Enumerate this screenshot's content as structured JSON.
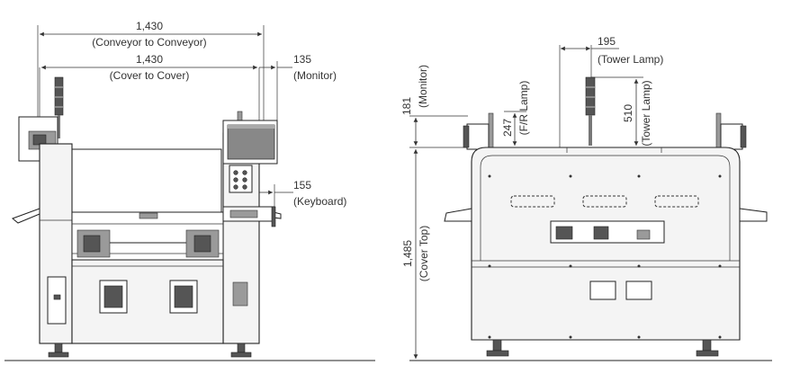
{
  "front_view": {
    "dims": {
      "conveyor": {
        "value": "1,430",
        "label": "(Conveyor to Conveyor)"
      },
      "cover": {
        "value": "1,430",
        "label": "(Cover to Cover)"
      },
      "monitor": {
        "value": "135",
        "label": "(Monitor)"
      },
      "keyboard": {
        "value": "155",
        "label": "(Keyboard)"
      }
    }
  },
  "side_view": {
    "dims": {
      "tower_lamp_width": {
        "value": "195",
        "label": "(Tower Lamp)"
      },
      "monitor_height": {
        "value": "181",
        "label": "(Monitor)"
      },
      "fr_lamp": {
        "value": "247",
        "label": "(F/R Lamp)"
      },
      "tower_lamp_height": {
        "value": "510",
        "label": "(Tower Lamp)"
      },
      "cover_top": {
        "value": "1,485",
        "label": "(Cover Top)"
      }
    }
  }
}
